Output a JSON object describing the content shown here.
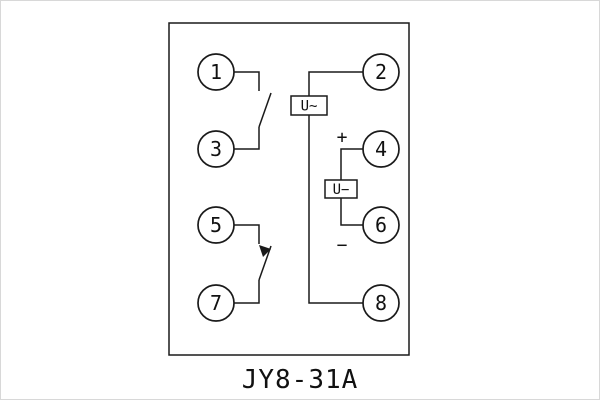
{
  "caption": "JY8-31A",
  "terminals": {
    "left": [
      "1",
      "3",
      "5",
      "7"
    ],
    "right": [
      "2",
      "4",
      "6",
      "8"
    ]
  },
  "labels": {
    "ac_source": "U~",
    "dc_source": "U−",
    "plus": "+",
    "minus": "−"
  },
  "colors": {
    "line": "#1a1a1a",
    "background": "#ffffff"
  }
}
